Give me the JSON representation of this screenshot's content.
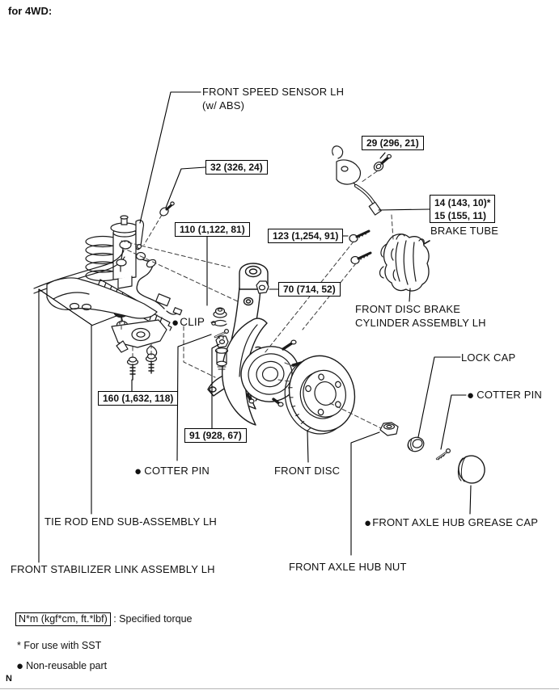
{
  "header": {
    "title": "for 4WD:"
  },
  "bullet": "●",
  "torques": {
    "sensor_bolt": "32 (326, 24)",
    "banjo_bolt": "29 (296, 21)",
    "brake_tube_line1": "14 (143, 10)*",
    "brake_tube_line2": "15 (155, 11)",
    "knuckle_strut": "110 (1,122, 81)",
    "caliper_bolt": "123 (1,254, 91)",
    "strut_nut": "70 (714, 52)",
    "stabilizer_bracket": "160 (1,632, 118)",
    "tie_rod_nut": "91 (928, 67)"
  },
  "parts": {
    "front_speed_sensor_line1": "FRONT SPEED SENSOR LH",
    "front_speed_sensor_line2": "(w/ ABS)",
    "brake_tube": "BRAKE TUBE",
    "caliper_line1": "FRONT DISC BRAKE",
    "caliper_line2": "CYLINDER ASSEMBLY LH",
    "clip": "CLIP",
    "lock_cap": "LOCK CAP",
    "cotter_pin_right": "COTTER PIN",
    "cotter_pin_left": "COTTER PIN",
    "front_disc": "FRONT DISC",
    "grease_cap": "FRONT AXLE HUB GREASE CAP",
    "tie_rod_end": "TIE ROD END SUB-ASSEMBLY LH",
    "hub_nut": "FRONT AXLE HUB NUT",
    "stabilizer_link": "FRONT STABILIZER LINK ASSEMBLY LH"
  },
  "legend": {
    "torque_unit": "N*m (kgf*cm, ft.*lbf)",
    "torque_desc": " : Specified torque",
    "sst_note": "* For use with SST",
    "non_reusable": "Non-reusable part",
    "page_marker": "N"
  }
}
